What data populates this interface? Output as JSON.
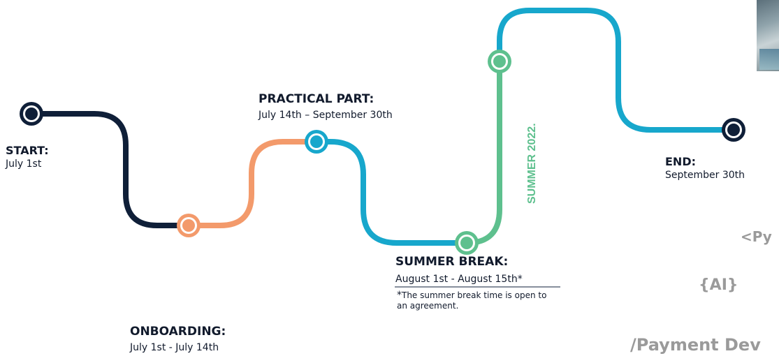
{
  "milestones": {
    "start": {
      "title": "START:",
      "date": "July 1st"
    },
    "onboarding": {
      "title": "ONBOARDING:",
      "date": "July 1st - July 14th"
    },
    "practical": {
      "title": "PRACTICAL PART:",
      "date": "July 14th – September 30th"
    },
    "summer_break": {
      "title": "SUMMER BREAK:",
      "date": "August 1st - August 15th*",
      "note_star": "*",
      "note": "The summer break time is open to an agreement."
    },
    "end": {
      "title": "END:",
      "date": "September 30th"
    }
  },
  "summer_label": "SUMMER 2022.",
  "decorations": {
    "python": "<Py",
    "ai": "{AI}",
    "payment": "/Payment Dev"
  },
  "colors": {
    "navy": "#0f1f38",
    "orange": "#f39a6b",
    "blue": "#17a7cc",
    "green": "#5ec08e",
    "grey_text": "#9a9a9a"
  }
}
